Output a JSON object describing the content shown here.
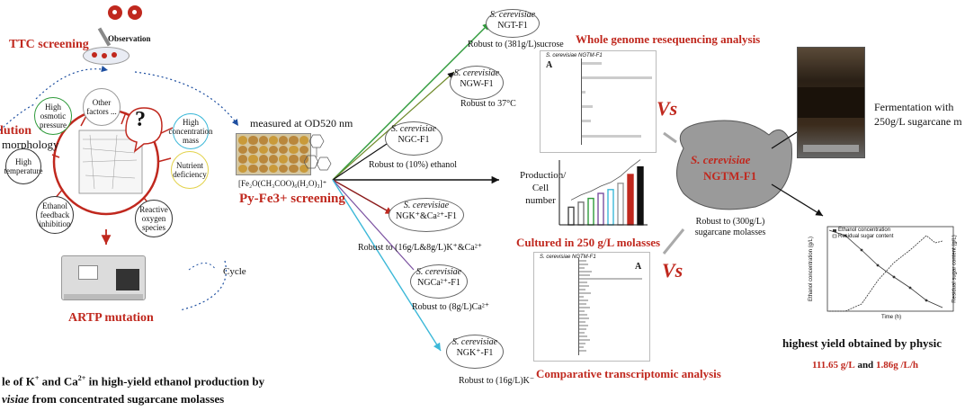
{
  "left": {
    "ttc_screening": "TTC screening",
    "observation": "Observation",
    "measured": "measured at OD520 nm",
    "py_screening": "Py-Fe3+ screening",
    "formula": "[Fe₂O(CH₃COO)₆(H₂O)₃]⁺",
    "evolution_partial": "lution",
    "morphology_partial": "morphology",
    "artp": "ARTP mutation",
    "cycle": "Cycle",
    "question": "?",
    "factors": [
      {
        "key": "osmotic",
        "text": "High osmotic pressure"
      },
      {
        "key": "other",
        "text": "Other factors ..."
      },
      {
        "key": "concentration",
        "text": "High concentration mass"
      },
      {
        "key": "nutrient",
        "text": "Nutrient deficiency"
      },
      {
        "key": "temperature",
        "text": "High temperature"
      },
      {
        "key": "ethanol",
        "text": "Ethanol feedback inhibition"
      },
      {
        "key": "ros",
        "text": "Reactive oxygen species"
      }
    ]
  },
  "strains": [
    {
      "key": "ngt",
      "species": "S. cerevisiae",
      "name": "NGT-F1",
      "robust": "Robust to (381g/L)sucrose"
    },
    {
      "key": "ngw",
      "species": "S. cerevisiae",
      "name": "NGW-F1",
      "robust": "Robust to 37°C"
    },
    {
      "key": "ngc",
      "species": "S. cerevisiae",
      "name": "NGC-F1",
      "robust": "Robust to (10%) ethanol"
    },
    {
      "key": "ngkca",
      "species": "S. cerevisiae",
      "name": "NGK⁺&Ca²⁺-F1",
      "robust": "Robust to (16g/L&8g/L)K⁺&Ca²⁺"
    },
    {
      "key": "ngca",
      "species": "S. cerevisiae",
      "name": "NGCa²⁺-F1",
      "robust": "Robust to (8g/L)Ca²⁺"
    },
    {
      "key": "ngk",
      "species": "S. cerevisiae",
      "name": "NGK⁺-F1",
      "robust": "Robust to (16g/L)K⁻"
    }
  ],
  "center": {
    "wgs_title": "Whole genome resequencing analysis",
    "cultured": "Cultured in 250 g/L molasses",
    "comparative": "Comparative transcriptomic analysis",
    "production_axis": "Production/ Cell number",
    "vs": "Vs",
    "panel_letter": "A",
    "panel_strain": "S. cerevisiae NGTM-F1",
    "bar_chart": {
      "values": [
        28,
        36,
        42,
        50,
        56,
        66,
        80,
        92
      ]
    }
  },
  "main_strain": {
    "species": "S. cerevisiae",
    "name": "NGTM-F1",
    "robust": "Robust to (300g/L) sugarcane molasses"
  },
  "right": {
    "fermentation": "Fermentation with",
    "fermentation2": "250g/L sugarcane m",
    "highest": "highest yield obtained by physic",
    "results_a": "111.65 g/L",
    "results_and": "and",
    "results_b": "1.86g /L/h",
    "chart_legend_a": "Ethanol concentration",
    "chart_legend_b": "Residual sugar content",
    "chart_xlabel": "Time (h)",
    "chart_ylabel_left": "Ethanol concentration (g/L)",
    "chart_ylabel_right": "Residual sugar content (g/L)"
  },
  "caption": {
    "line1_pre": "le of K",
    "line1_sup1": "+",
    "line1_mid": " and Ca",
    "line1_sup2": "2+",
    "line1_post": " in high-yield ethanol production by",
    "line2_it": "visiae",
    "line2_post": " from concentrated sugarcane molasses"
  },
  "colors": {
    "red": "#c0281e",
    "blue": "#1e4fa0",
    "green": "#2e9a3a",
    "darkred": "#8b1a1a",
    "cyan": "#3cb8d8",
    "olive": "#6f8a2a"
  }
}
